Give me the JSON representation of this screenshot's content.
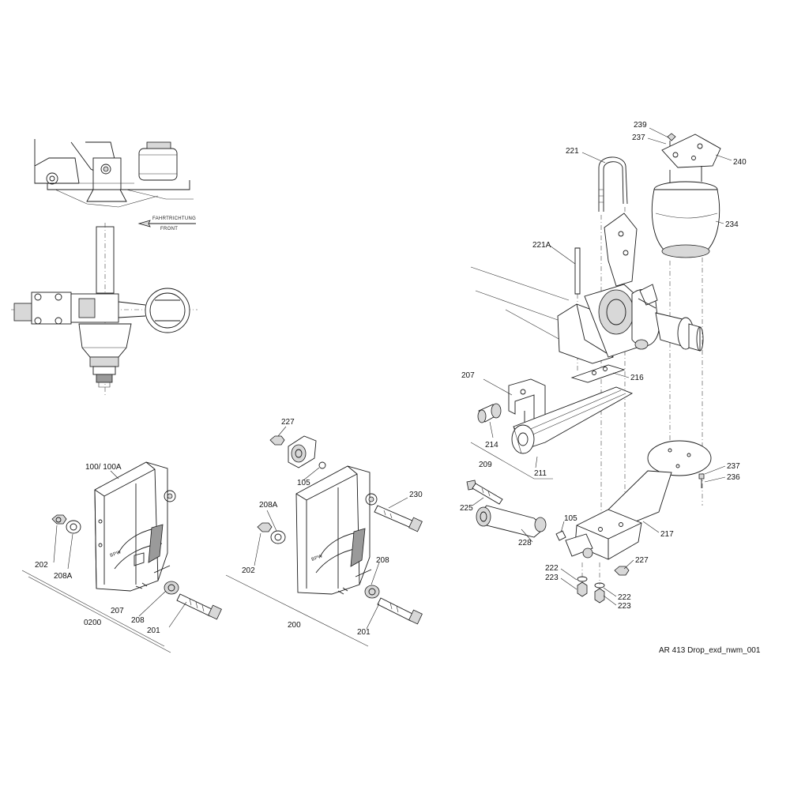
{
  "inset": {
    "direction_de": "FAHRTRICHTUNG",
    "direction_en": "FRONT"
  },
  "labels": {
    "l239": "239",
    "l237a": "237",
    "l240": "240",
    "l221": "221",
    "l234": "234",
    "l221A": "221A",
    "l216": "216",
    "l207r": "207",
    "l214": "214",
    "l209": "209",
    "l211": "211",
    "l237b": "237",
    "l236": "236",
    "l225": "225",
    "l105r": "105",
    "l217": "217",
    "l228": "228",
    "l227r": "227",
    "l222a": "222",
    "l223a": "223",
    "l222b": "222",
    "l223b": "223",
    "l227m": "227",
    "l105m": "105",
    "l230": "230",
    "l208Am": "208A",
    "l202m": "202",
    "l208m": "208",
    "l200": "200",
    "l201m": "201",
    "l100": "100/ 100A",
    "l202l": "202",
    "l208Al": "208A",
    "l207l": "207",
    "l0200": "0200",
    "l208l": "208",
    "l201l": "201"
  },
  "drawing_ref": "AR 413 Drop_exd_nwm_001"
}
